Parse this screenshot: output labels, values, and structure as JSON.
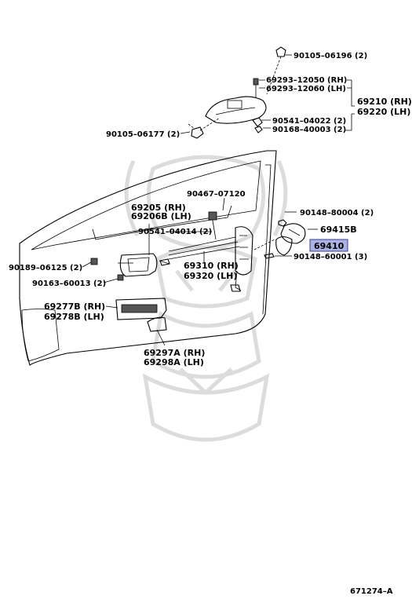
{
  "diagram": {
    "labels": {
      "p90105_06196": "90105–06196 (2)",
      "p69293_12050": "69293–12050 (RH)",
      "p69293_12060": "69293–12060 (LH)",
      "p69210": "69210 (RH)",
      "p69220": "69220 (LH)",
      "p90541_04022": "90541–04022 (2)",
      "p90168_40003": "90168–40003 (2)",
      "p90105_06177": "90105–06177 (2)",
      "p90467_07120": "90467–07120",
      "p69205": "69205  (RH)",
      "p69206B": "69206B (LH)",
      "p90541_04014": "90541–04014 (2)",
      "p90148_80004": "90148–80004 (2)",
      "p69415B": "69415B",
      "p69410": "69410",
      "p90148_60001": "90148–60001 (3)",
      "p90189_06125": "90189–06125 (2)",
      "p90163_60013": "90163–60013 (2)",
      "p69310": "69310 (RH)",
      "p69320": "69320 (LH)",
      "p69277B": "69277B (RH)",
      "p69278B": "69278B (LH)",
      "p69297A": "69297A (RH)",
      "p69298A": "69298A (LH)"
    },
    "highlight_color": "#aab2e4",
    "figure_id": "671274–A"
  }
}
